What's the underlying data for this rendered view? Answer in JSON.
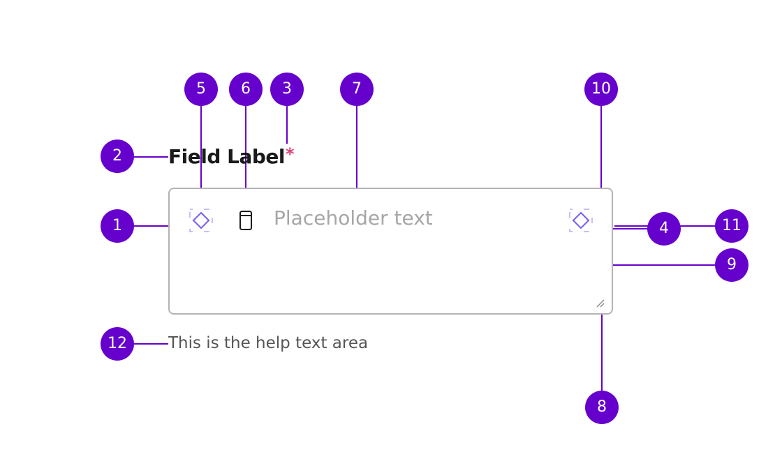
{
  "field": {
    "label": "Field Label",
    "required_mark": "*",
    "placeholder": "Placeholder text",
    "help_text": "This is the help text area"
  },
  "markers": [
    {
      "id": "1"
    },
    {
      "id": "2"
    },
    {
      "id": "3"
    },
    {
      "id": "4"
    },
    {
      "id": "5"
    },
    {
      "id": "6"
    },
    {
      "id": "7"
    },
    {
      "id": "8"
    },
    {
      "id": "9"
    },
    {
      "id": "10"
    },
    {
      "id": "11"
    },
    {
      "id": "12"
    }
  ],
  "icons": {
    "leading": "diamond-icon",
    "secondary": "device-icon",
    "trailing": "diamond-icon",
    "resize": "resize-handle-icon"
  },
  "colors": {
    "marker": "#6600cc",
    "connector": "#6600cc",
    "required": "#e0457b",
    "border": "#b3b3b3",
    "placeholder": "#a6a6a6",
    "icon_accent": "#7a5cf0"
  }
}
